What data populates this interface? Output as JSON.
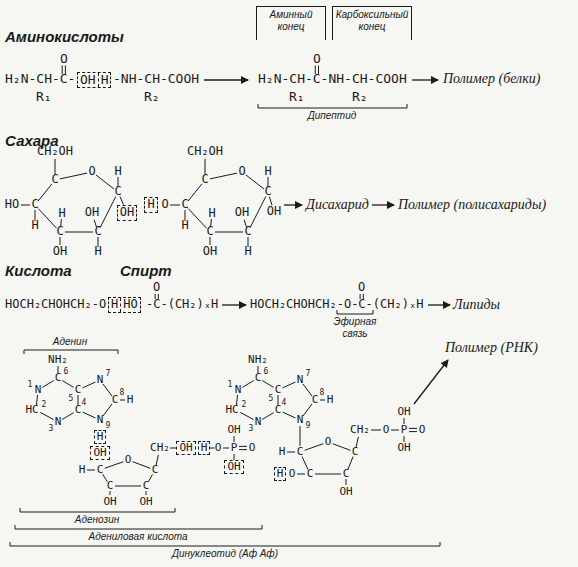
{
  "diagram": {
    "nodes": [
      {
        "text": [
          "Аминный конец"
        ]
      },
      {
        "text": [
          "Карбоксильный конец"
        ]
      },
      {
        "text": [
          "OH",
          "H"
        ]
      },
      {
        "text": [
          "OH"
        ]
      },
      {
        "text": [
          "H"
        ]
      },
      {
        "text": [
          "H",
          "HO"
        ]
      },
      {
        "text": [
          "H"
        ]
      },
      {
        "text": [
          "OH"
        ]
      },
      {
        "text": [
          "OH"
        ]
      },
      {
        "text": [
          "H"
        ]
      },
      {
        "text": [
          "OH"
        ]
      },
      {
        "text": [
          "H"
        ]
      }
    ],
    "labels": [
      "Аминокислоты",
      "O",
      "H₂N-CH-C-",
      "-NH-CH-COOH",
      "R₁",
      "R₂",
      "O",
      "H₂N-CH-C-NH-CH-COOH",
      "R₁",
      "R₂",
      "Полимер (белки)",
      "Дипептид",
      "Сахара",
      "CH₂OH",
      "C",
      "O",
      "C",
      "H",
      "C",
      "OH",
      "H",
      "C",
      "H",
      "OH",
      "C",
      "HO",
      "H",
      "CH₂OH",
      "C",
      "O",
      "C",
      "H",
      "OH",
      "C",
      "OH",
      "H",
      "C",
      "H",
      "OH",
      "C",
      "O",
      "H",
      "Дисахарид",
      "Полимер (полисахариды)",
      "Кислота",
      "Спирт",
      "O",
      "HOCH₂CHOHCH₂-O",
      "-C-(CH₂)ₓH",
      "O",
      "HOCH₂CHOHCH₂-O-C-(CH₂)ₓH",
      "Липиды",
      "Эфирная связь",
      "Аденин",
      "NH₂",
      "C",
      "6",
      "N",
      "1",
      "HC",
      "2",
      "N",
      "3",
      "C",
      "4",
      "C",
      "5",
      "N",
      "7",
      "C",
      "8",
      "H",
      "N",
      "9",
      "C",
      "H",
      "O",
      "C",
      "C",
      "C",
      "OH",
      "OH",
      "CH₂",
      "O",
      "P",
      "OH",
      "O",
      "NH₂",
      "C",
      "6",
      "N",
      "1",
      "HC",
      "2",
      "N",
      "3",
      "C",
      "4",
      "C",
      "5",
      "N",
      "7",
      "C",
      "8",
      "H",
      "N",
      "9",
      "C",
      "H",
      "O",
      "C",
      "C",
      "C",
      "O",
      "OH",
      "CH₂",
      "O",
      "P",
      "OH",
      "O",
      "OH",
      "Полимер (РНК)",
      "Аденозин",
      "Адениловая кислота",
      "Динуклеотид (Аф Аф)"
    ]
  }
}
